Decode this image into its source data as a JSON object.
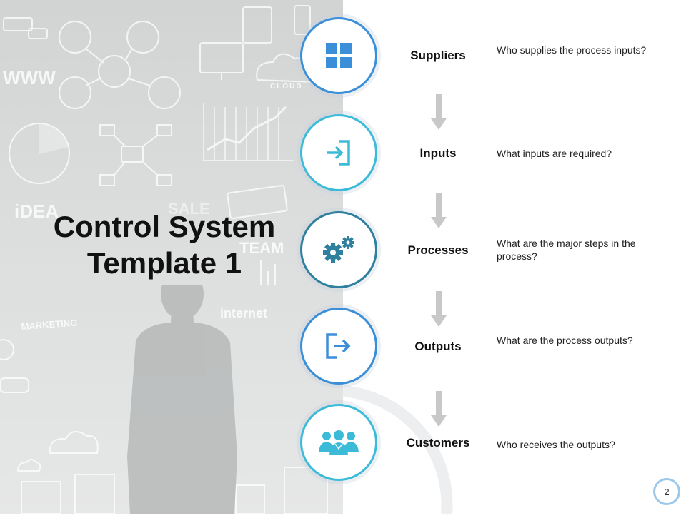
{
  "slide": {
    "title_line1": "Control System",
    "title_line2": "Template 1",
    "page_number": "2"
  },
  "steps": [
    {
      "label": "Suppliers",
      "description": "Who supplies the process inputs?",
      "icon": "grid-icon",
      "color": "#3a8fd8"
    },
    {
      "label": "Inputs",
      "description": "What inputs are required?",
      "icon": "sign-in-icon",
      "color": "#3bbbd8"
    },
    {
      "label": "Processes",
      "description": "What are the major steps in the process?",
      "icon": "gears-icon",
      "color": "#2f7f9e"
    },
    {
      "label": "Outputs",
      "description": "What are the process outputs?",
      "icon": "sign-out-icon",
      "color": "#3a8fd8"
    },
    {
      "label": "Customers",
      "description": "Who receives the outputs?",
      "icon": "users-group-icon",
      "color": "#3bbbd8"
    }
  ],
  "background_doodles": {
    "words": [
      "WWW",
      "CLOUD",
      "iDEA",
      "MARKETING",
      "internet",
      "TEAM",
      "SALE"
    ]
  }
}
